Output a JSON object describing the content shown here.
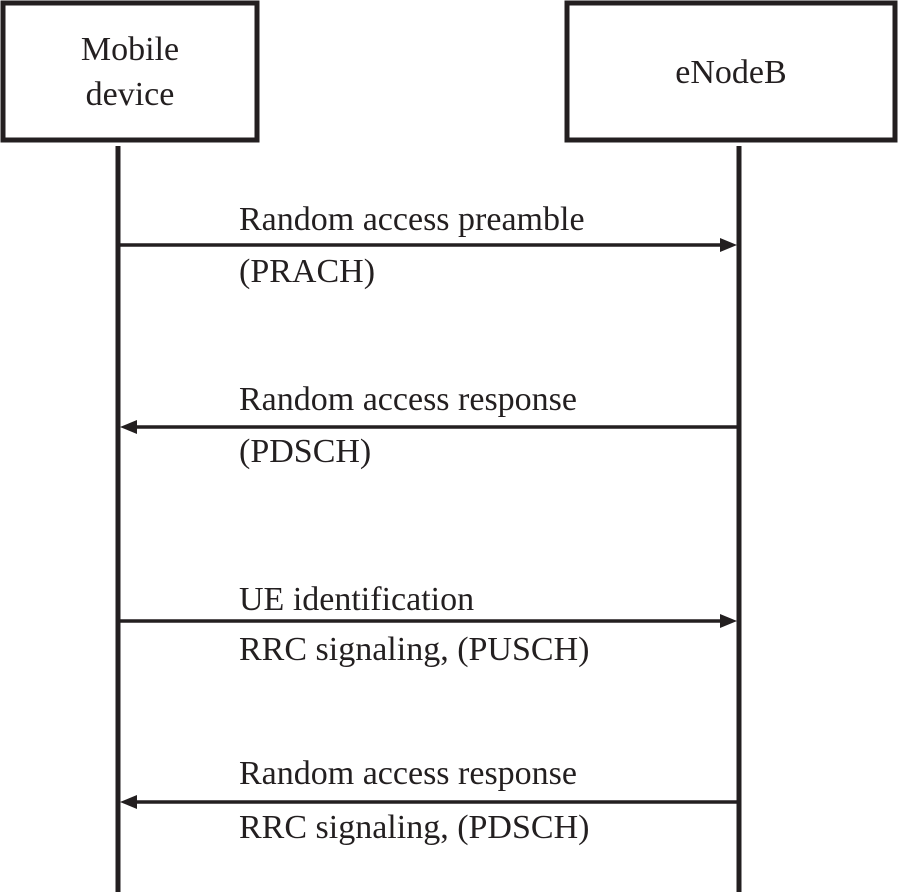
{
  "actors": {
    "mobile": {
      "line1": "Mobile",
      "line2": "device"
    },
    "enodeb": {
      "label": "eNodeB"
    }
  },
  "messages": [
    {
      "direction": "to-enodeb",
      "line1": "Random access preamble",
      "line2": "(PRACH)"
    },
    {
      "direction": "to-mobile",
      "line1": "Random access response",
      "line2": "(PDSCH)"
    },
    {
      "direction": "to-enodeb",
      "line1": "UE identification",
      "line2": "RRC signaling, (PUSCH)"
    },
    {
      "direction": "to-mobile",
      "line1": "Random access response",
      "line2": "RRC signaling, (PDSCH)"
    }
  ],
  "colors": {
    "ink": "#231f20",
    "background": "#ffffff"
  }
}
